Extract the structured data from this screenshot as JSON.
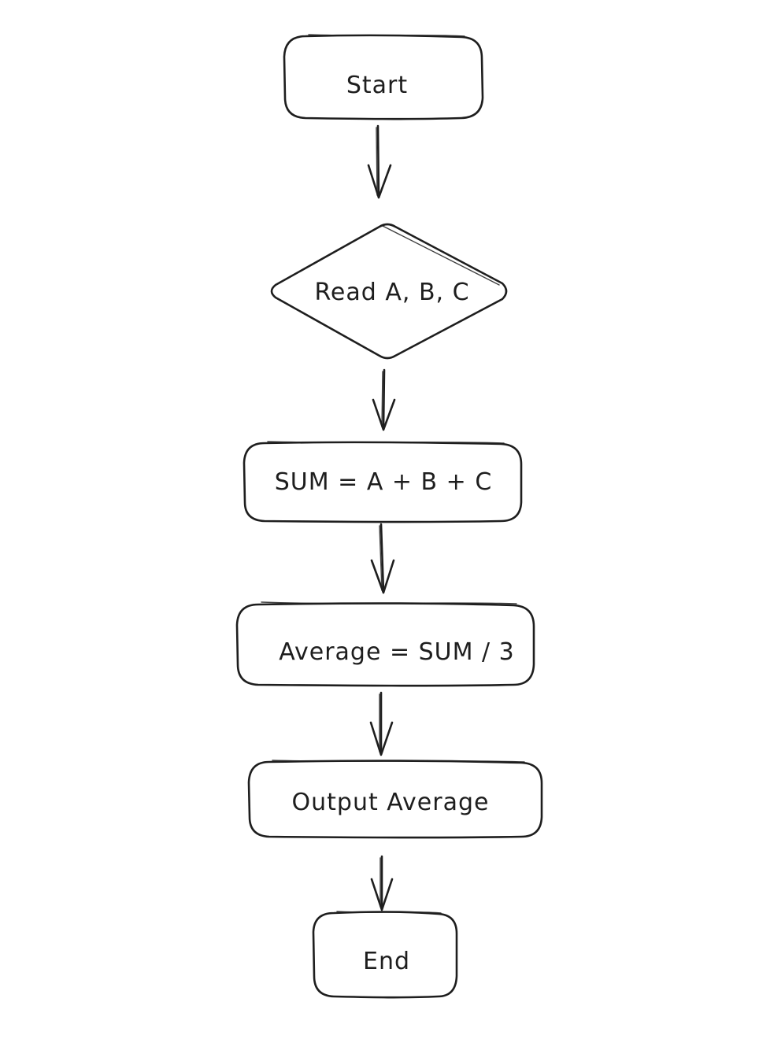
{
  "diagram": {
    "type": "flowchart",
    "nodes": [
      {
        "id": "start",
        "label": "Start",
        "shape": "rounded-rectangle"
      },
      {
        "id": "read",
        "label": "Read A, B, C",
        "shape": "diamond"
      },
      {
        "id": "sum",
        "label": "SUM = A + B + C",
        "shape": "rounded-rectangle"
      },
      {
        "id": "average",
        "label": "Average = SUM / 3",
        "shape": "rounded-rectangle"
      },
      {
        "id": "output",
        "label": "Output Average",
        "shape": "rounded-rectangle"
      },
      {
        "id": "end",
        "label": "End",
        "shape": "rounded-rectangle"
      }
    ],
    "edges": [
      {
        "from": "start",
        "to": "read"
      },
      {
        "from": "read",
        "to": "sum"
      },
      {
        "from": "sum",
        "to": "average"
      },
      {
        "from": "average",
        "to": "output"
      },
      {
        "from": "output",
        "to": "end"
      }
    ],
    "colors": {
      "stroke": "#1e1e1e",
      "background": "#ffffff"
    }
  }
}
